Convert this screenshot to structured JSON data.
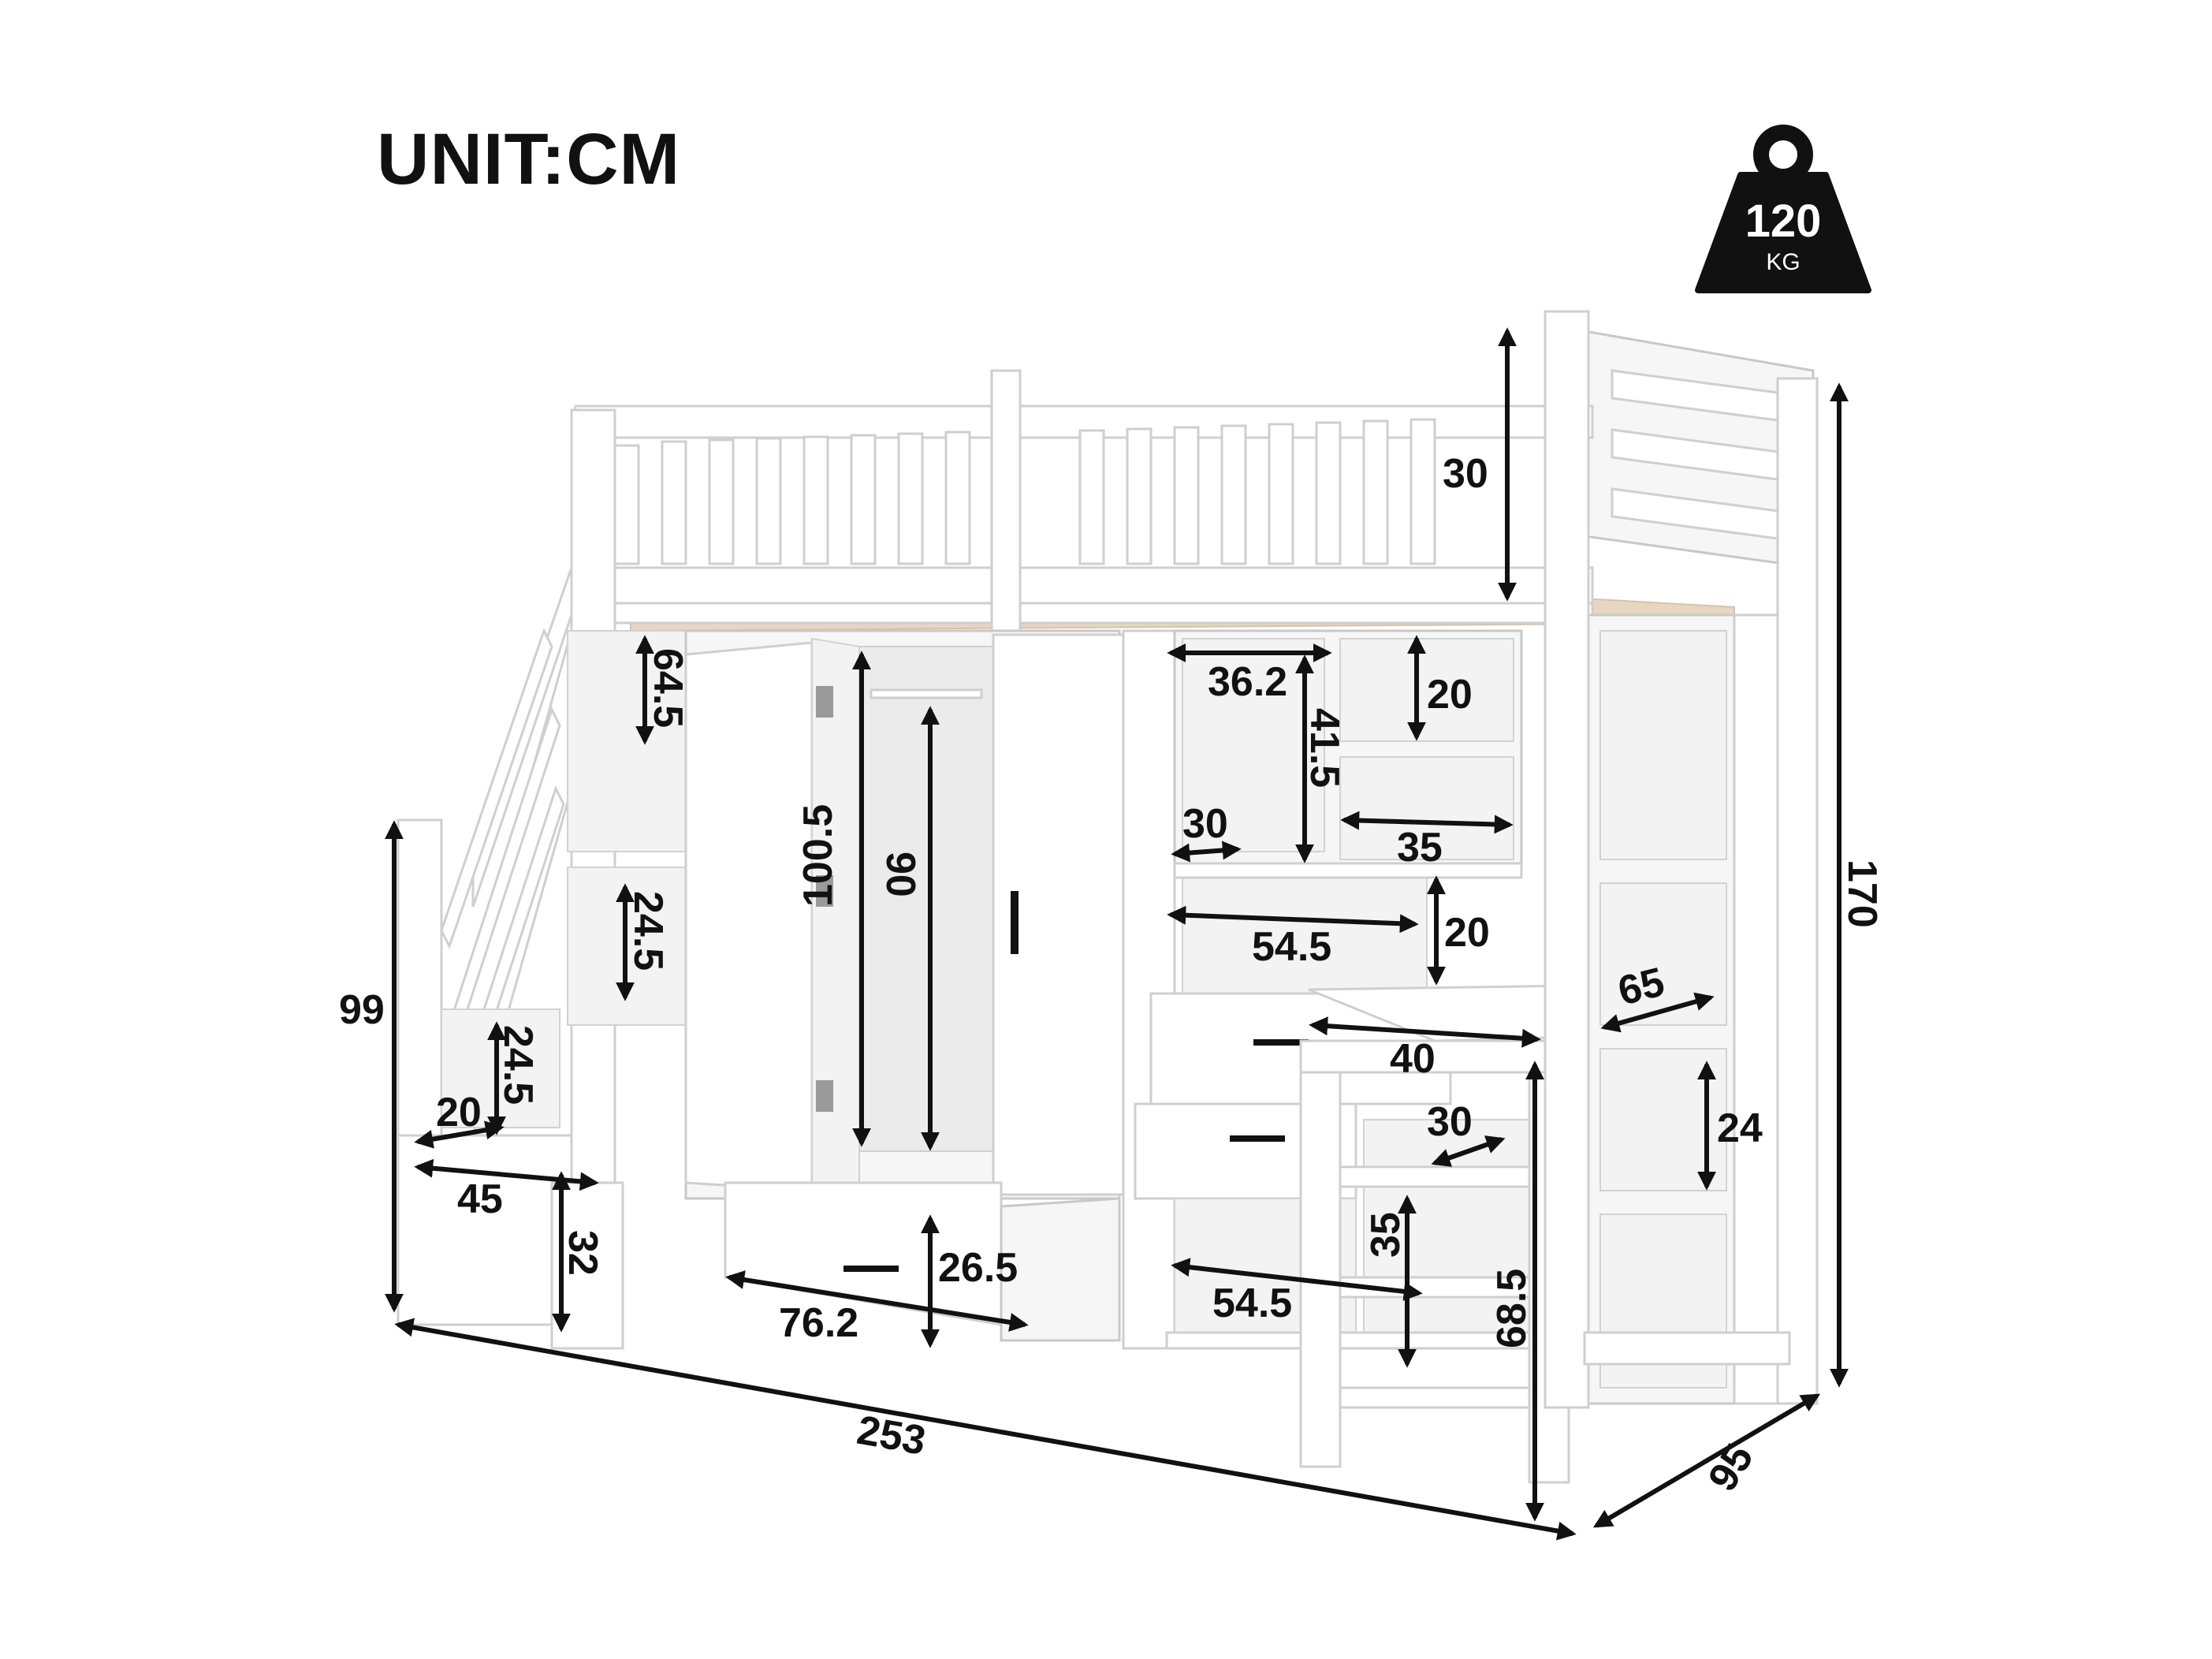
{
  "unit_label": "UNIT:CM",
  "weight": {
    "value": "120",
    "unit": "KG",
    "icon": "weight-icon"
  },
  "dimensions": {
    "overall_length": "253",
    "overall_depth": "95",
    "overall_height": "170",
    "guardrail_height": "30",
    "stair_height": "99",
    "stair_top_depth": "20",
    "stair_base_depth": "45",
    "stair_step_height_lower": "24.5",
    "stair_bottom_height": "32",
    "stair_step_height_upper": "24.5",
    "top_storage_height": "64.5",
    "wardrobe_height": "100.5",
    "hanging_rod_height": "90",
    "drawer_width": "76.2",
    "drawer_height": "26.5",
    "shelf_width_top": "36.2",
    "shelf_height_top": "41.5",
    "shelf_small_height": "20",
    "shelf_small_width": "30",
    "shelf_mid_width": "35",
    "shelf_wide_width": "54.5",
    "shelf_wide_height": "20",
    "desk_depth": "65",
    "desk_width": "40",
    "side_cabinet_height": "24",
    "side_shelf_width": "30",
    "lower_shelf_width": "54.5",
    "lower_shelf_height": "35",
    "ladder_height": "68.5"
  }
}
